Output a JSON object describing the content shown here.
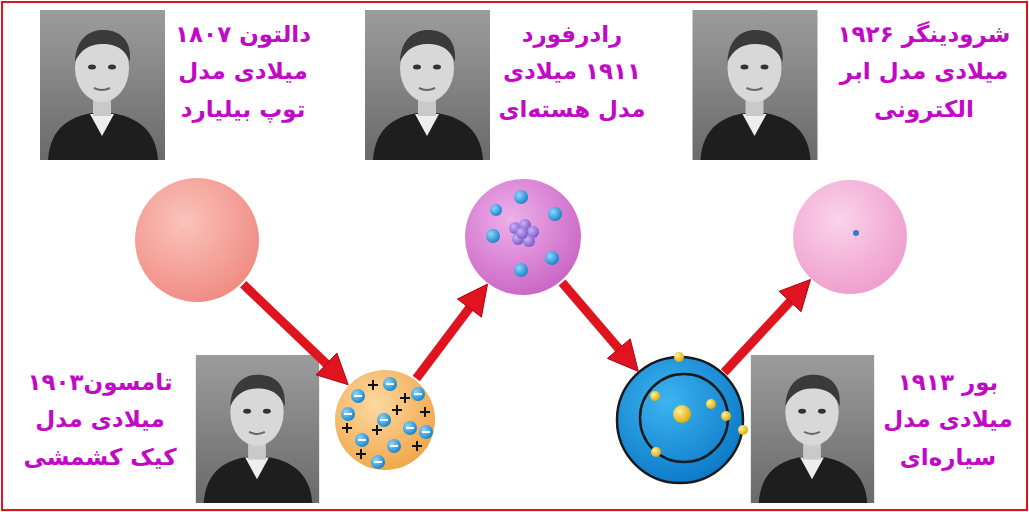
{
  "diagram": {
    "nodes": [
      {
        "text": [
          "دالتون ۱۸۰۷ میلادی مدل توپ بیلیارد"
        ]
      },
      {
        "text": [
          "تامسون۱۹۰۳ میلادی مدل کیک کشمشی"
        ]
      },
      {
        "text": [
          "رادرفورد ۱۹۱۱ میلادی مدل هسته‌ای"
        ]
      },
      {
        "text": [
          "بور ۱۹۱۳ میلادی مدل سیاره‌ای"
        ]
      },
      {
        "text": [
          "شرودینگر ۱۹۲۶ میلادی مدل ابر الکترونی"
        ]
      }
    ],
    "edges": [
      {
        "from": 0,
        "to": 1,
        "arrow": "to"
      },
      {
        "from": 1,
        "to": 2,
        "arrow": "to"
      },
      {
        "from": 2,
        "to": 3,
        "arrow": "to"
      },
      {
        "from": 3,
        "to": 4,
        "arrow": "to"
      }
    ]
  }
}
